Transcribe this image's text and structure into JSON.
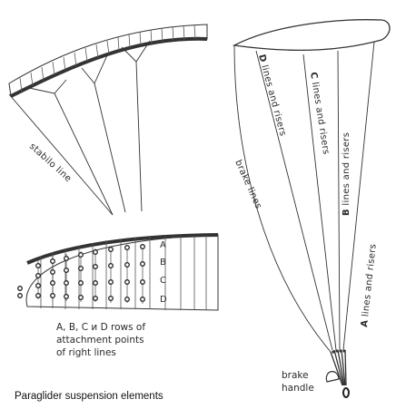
{
  "labels": {
    "stabilo_line": "stabilo line",
    "d_lines": {
      "letter": "D",
      "rest": " lines and risers"
    },
    "c_lines": {
      "letter": "C",
      "rest": " lines and risers"
    },
    "b_lines": {
      "letter": "B",
      "rest": " lines and risers"
    },
    "a_lines": {
      "letter": "A",
      "rest": " lines and risers"
    },
    "brake_lines": "brake lines",
    "brake_handle": [
      "brake",
      "handle"
    ],
    "rows": [
      "A",
      "B",
      "C",
      "D"
    ],
    "caption": [
      "A, B, C и D rows of",
      "attachment points",
      "of right lines"
    ]
  },
  "title": "Paraglider suspension elements"
}
